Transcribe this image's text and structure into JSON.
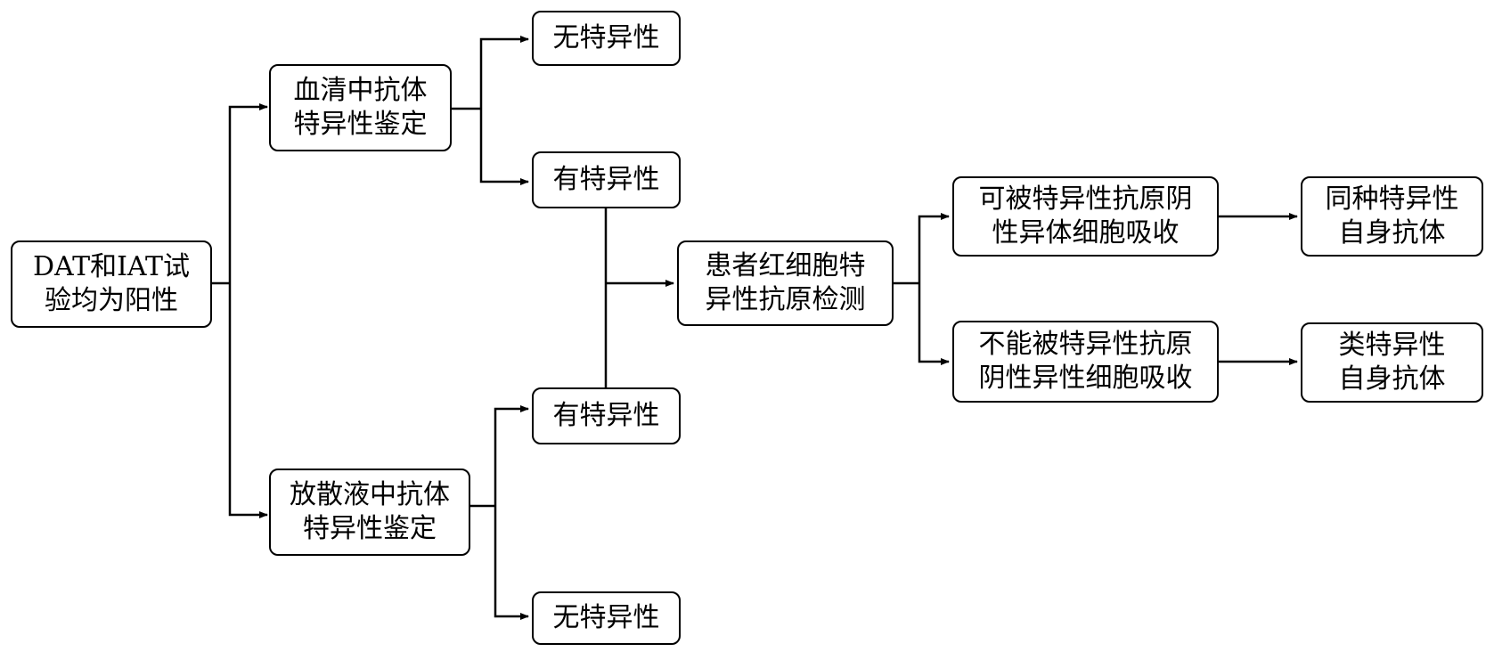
{
  "nodes": {
    "start": {
      "lines": [
        "DAT和IAT试",
        "验均为阳性"
      ]
    },
    "serum_id": {
      "lines": [
        "血清中抗体",
        "特异性鉴定"
      ]
    },
    "eluate_id": {
      "lines": [
        "放散液中抗体",
        "特异性鉴定"
      ]
    },
    "serum_nonspecific": {
      "lines": [
        "无特异性"
      ]
    },
    "serum_specific": {
      "lines": [
        "有特异性"
      ]
    },
    "eluate_specific": {
      "lines": [
        "有特异性"
      ]
    },
    "eluate_nonspecific": {
      "lines": [
        "无特异性"
      ]
    },
    "antigen_test": {
      "lines": [
        "患者红细胞特",
        "异性抗原检测"
      ]
    },
    "absorbed": {
      "lines": [
        "可被特异性抗原阴",
        "性异体细胞吸收"
      ]
    },
    "not_absorbed": {
      "lines": [
        "不能被特异性抗原",
        "阴性异性细胞吸收"
      ]
    },
    "allo_specific": {
      "lines": [
        "同种特异性",
        "自身抗体"
      ]
    },
    "pseudo_specific": {
      "lines": [
        "类特异性",
        "自身抗体"
      ]
    }
  },
  "colors": {
    "stroke": "#000000",
    "fill": "#ffffff",
    "text": "#000000"
  }
}
